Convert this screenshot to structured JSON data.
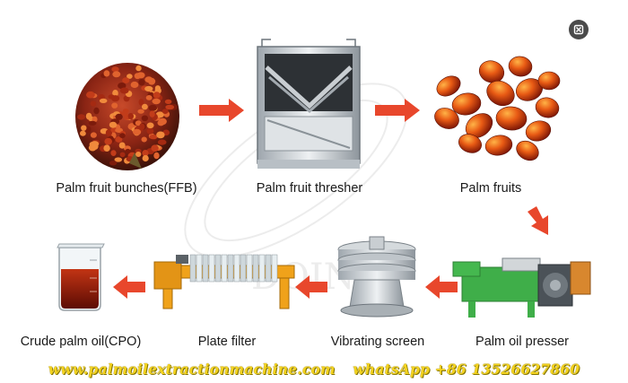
{
  "steps": {
    "bunches": "Palm fruit bunches(FFB)",
    "thresher": "Palm fruit thresher",
    "fruits": "Palm fruits",
    "presser": "Palm oil presser",
    "screen": "Vibrating screen",
    "filter": "Plate filter",
    "oil": "Crude palm oil(CPO)"
  },
  "footer": {
    "website": "www.palmoilextractionmachine.com",
    "whatsapp": "whatsApp +86 13526627860"
  },
  "watermark": "DOING",
  "colors": {
    "arrow": "#e8472c",
    "footer_text": "#f4d31f",
    "presser_green": "#3fae49",
    "filter_orange": "#f0a21a",
    "oil_red": "#8b1a0c"
  },
  "icons": {
    "close": "close-icon"
  }
}
